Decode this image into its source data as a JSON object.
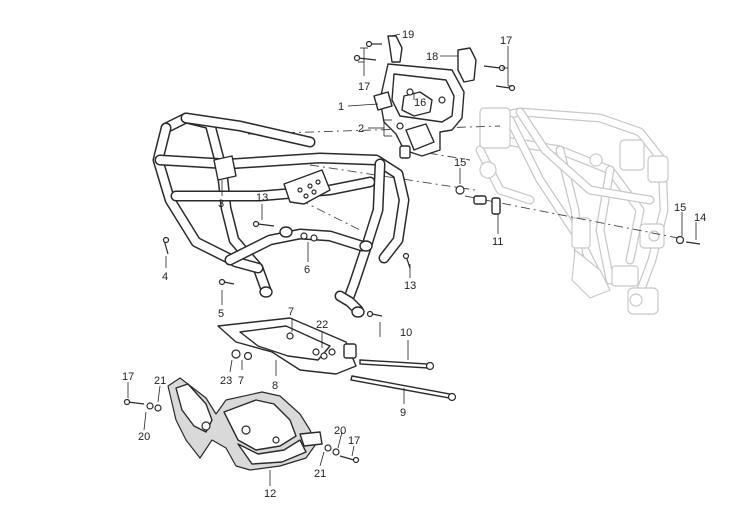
{
  "diagram": {
    "callouts": [
      "1",
      "2",
      "3",
      "4",
      "5",
      "6",
      "7",
      "7",
      "8",
      "9",
      "10",
      "11",
      "12",
      "13",
      "13",
      "14",
      "15",
      "15",
      "16",
      "17",
      "17",
      "17",
      "17",
      "18",
      "19",
      "20",
      "20",
      "21",
      "21",
      "22",
      "23"
    ]
  }
}
